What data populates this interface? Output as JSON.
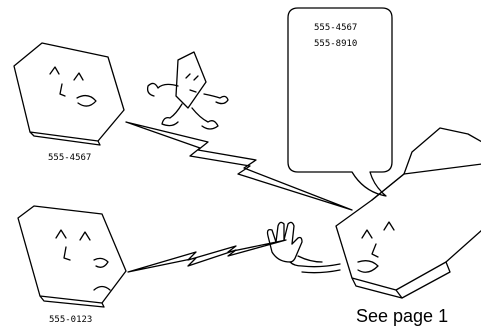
{
  "labels": {
    "top_device_number": "555-4567",
    "bottom_device_number": "555-0123"
  },
  "bubble": {
    "lines": [
      "555-4567",
      "555-8910"
    ]
  },
  "caption": "See page 1"
}
